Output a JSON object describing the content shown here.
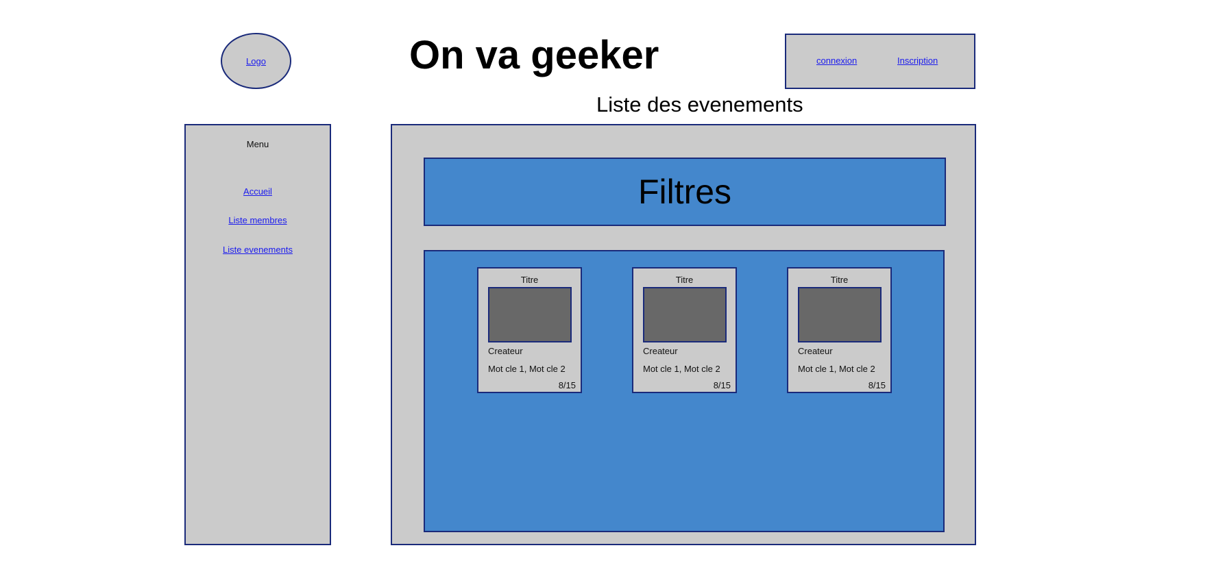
{
  "header": {
    "logo_label": "Logo",
    "title": "On va geeker",
    "auth": {
      "login_label": "connexion",
      "register_label": "Inscription"
    }
  },
  "page": {
    "subtitle": "Liste des evenements"
  },
  "sidebar": {
    "title": "Menu",
    "items": [
      {
        "label": "Accueil"
      },
      {
        "label": "Liste membres"
      },
      {
        "label": "Liste evenements"
      }
    ]
  },
  "main": {
    "filters_label": "Filtres",
    "events": [
      {
        "title": "Titre",
        "creator": "Createur",
        "keywords": "Mot cle 1, Mot cle 2",
        "count": "8/15"
      },
      {
        "title": "Titre",
        "creator": "Createur",
        "keywords": "Mot cle 1, Mot cle 2",
        "count": "8/15"
      },
      {
        "title": "Titre",
        "creator": "Createur",
        "keywords": "Mot cle 1, Mot cle 2",
        "count": "8/15"
      }
    ]
  },
  "colors": {
    "panel_gray": "#cbcbcb",
    "accent_blue": "#4487cc",
    "border_navy": "#1a2a7a",
    "image_placeholder": "#686868",
    "link": "#1a1aee"
  }
}
